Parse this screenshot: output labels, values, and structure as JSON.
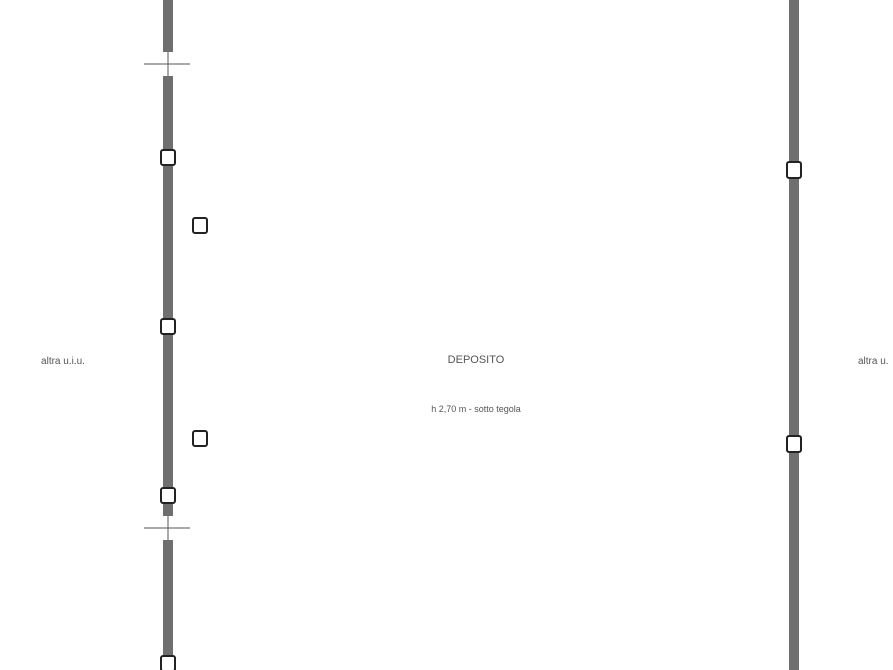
{
  "labels": {
    "left_neighbor": "altra u.i.u.",
    "room_name": "DEPOSITO",
    "room_height": "h 2,70 m - sotto tegola",
    "right_neighbor": "altra u."
  },
  "colors": {
    "wall": "#6f6f6f",
    "line": "#222222",
    "pillar": "#ffffff"
  }
}
